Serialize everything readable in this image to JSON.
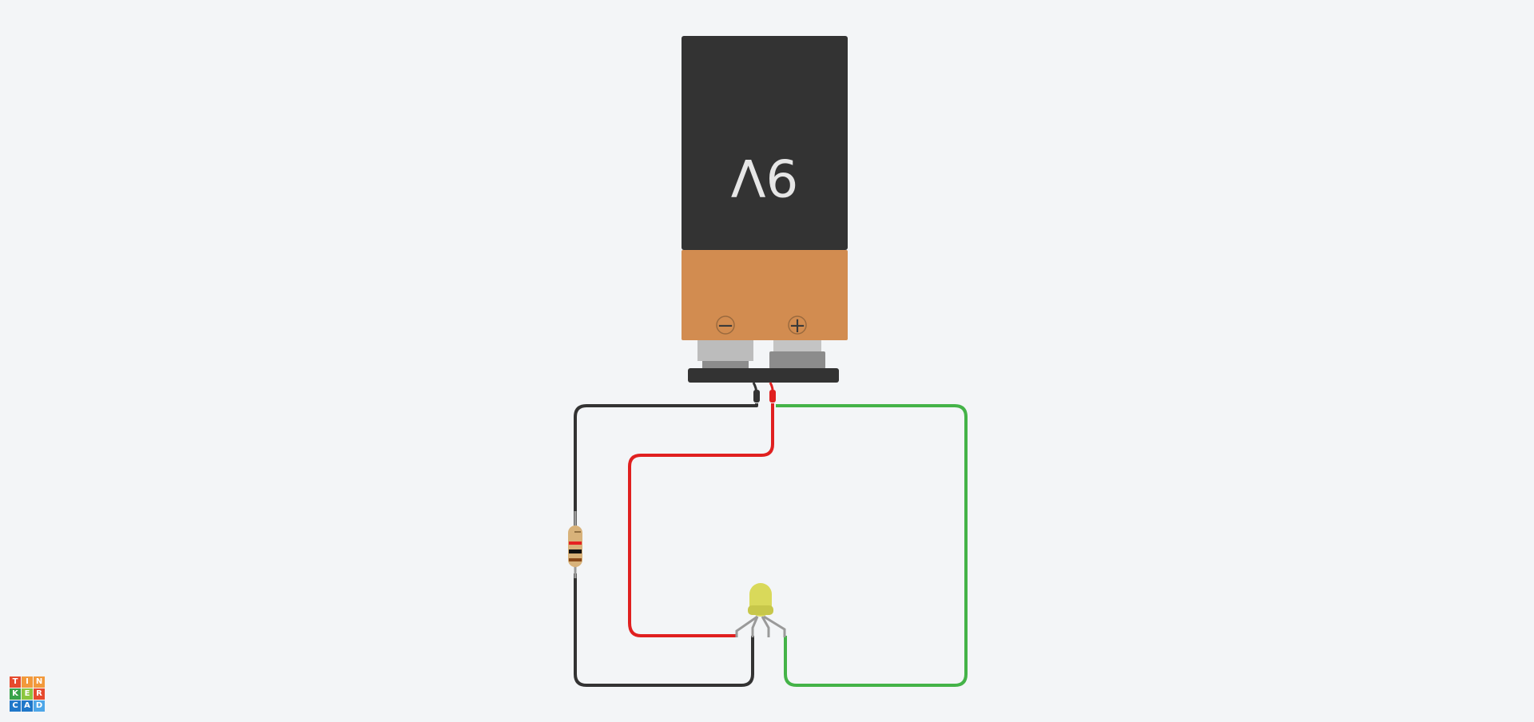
{
  "battery": {
    "label": "9V",
    "negative_sign": "−",
    "positive_sign": "+",
    "colors": {
      "body": "#333333",
      "band": "#d28c50",
      "clip": "#333333"
    }
  },
  "components": {
    "resistor": {
      "band_colors": [
        "#e52222",
        "#111111",
        "#8a4a1a",
        "#c9a25a"
      ]
    },
    "led": {
      "color": "#d9d95a",
      "type": "RGB LED (4-lead)"
    }
  },
  "wires": {
    "black": "#333333",
    "red": "#e02020",
    "green": "#44b348"
  },
  "logo": {
    "letters": [
      "T",
      "I",
      "N",
      "K",
      "E",
      "R",
      "C",
      "A",
      "D"
    ],
    "colors": [
      "#e64a2e",
      "#f2993b",
      "#f2993b",
      "#38a34a",
      "#8cc63f",
      "#e64a2e",
      "#1f77c9",
      "#1f77c9",
      "#4da6e8"
    ]
  }
}
